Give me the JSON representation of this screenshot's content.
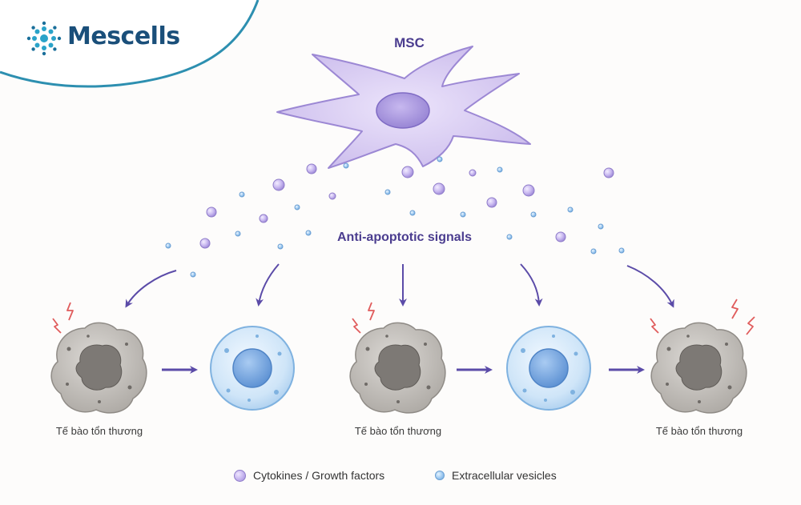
{
  "brand": {
    "name": "Mescells",
    "accent": "#1a4f7a",
    "wave_color": "#2d8fb0"
  },
  "diagram": {
    "source_label": "MSC",
    "signals_label": "Anti-apoptotic signals",
    "cells": [
      {
        "state": "damaged",
        "label": "Tế bào tổn thương"
      },
      {
        "state": "healthy",
        "label": ""
      },
      {
        "state": "damaged",
        "label": "Tế bào tổn thương"
      },
      {
        "state": "healthy",
        "label": ""
      },
      {
        "state": "damaged",
        "label": "Tế bào tổn thương"
      }
    ]
  },
  "legend": [
    {
      "icon": "purple-particle-icon",
      "label": "Cytokines / Growth factors",
      "color": "#c4b3ee"
    },
    {
      "icon": "blue-vesicle-icon",
      "label": "Extracellular vesicles",
      "color": "#9cc8f0"
    }
  ],
  "colors": {
    "msc_body": "#d9cdf2",
    "msc_nucleus": "#a796dc",
    "arrow": "#5b4ba8",
    "damaged_cell": "#bdb9b4",
    "damaged_nucleus": "#7d7975",
    "healthy_cell": "#cfe6f8",
    "healthy_nucleus": "#6aa0dc",
    "lightning": "#e05c5c"
  }
}
